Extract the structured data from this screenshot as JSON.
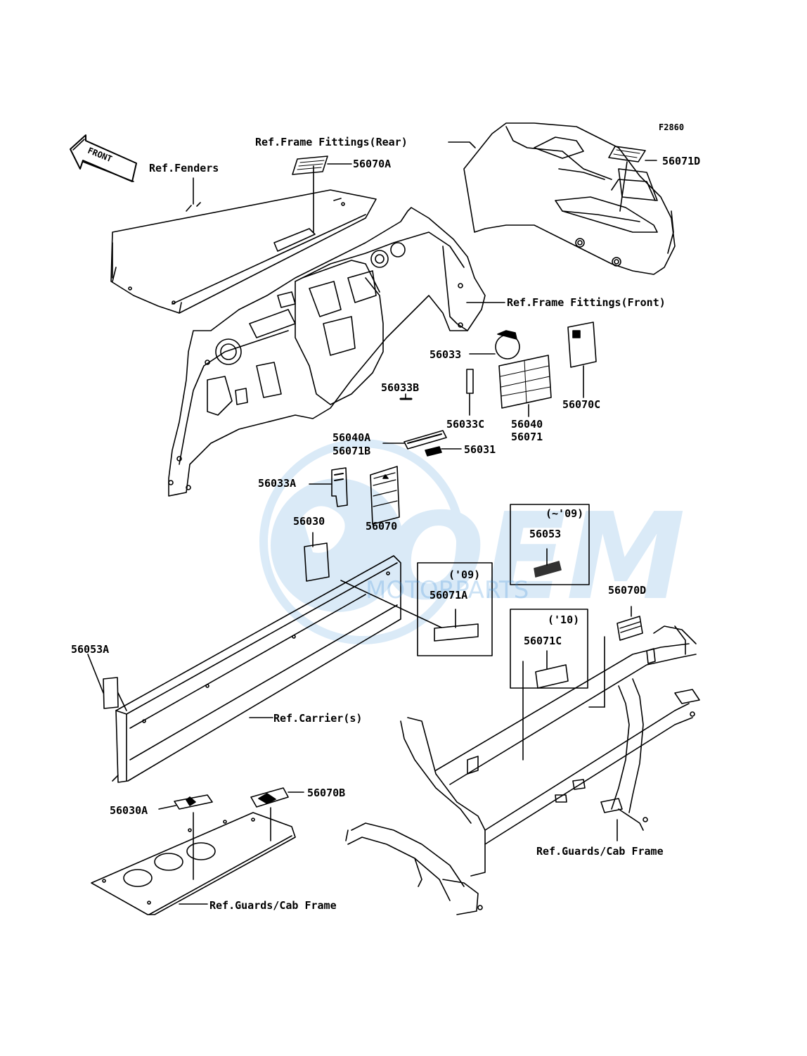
{
  "figure_code": "F2860",
  "front_arrow_label": "FRONT",
  "watermark": {
    "brand": "OEM",
    "sub": "MOTORPARTS"
  },
  "refs": {
    "fenders": "Ref.Fenders",
    "frame_rear": "Ref.Frame Fittings(Rear)",
    "frame_front": "Ref.Frame Fittings(Front)",
    "carrier": "Ref.Carrier(s)",
    "guards_right": "Ref.Guards/Cab Frame",
    "guards_bottom": "Ref.Guards/Cab Frame"
  },
  "parts": {
    "p56070A": "56070A",
    "p56071D": "56071D",
    "p56033": "56033",
    "p56070C": "56070C",
    "p56033B": "56033B",
    "p56033C": "56033C",
    "p56040": "56040",
    "p56071": "56071",
    "p56040A": "56040A",
    "p56071B": "56071B",
    "p56031": "56031",
    "p56033A": "56033A",
    "p56030": "56030",
    "p56070": "56070",
    "p56053": "56053",
    "p56071A": "56071A",
    "p56070D": "56070D",
    "p56071C": "56071C",
    "p56053A": "56053A",
    "p56030A": "56030A",
    "p56070B": "56070B"
  },
  "year_notes": {
    "up_to_09": "(~'09)",
    "y09": "('09)",
    "y10": "('10)"
  }
}
